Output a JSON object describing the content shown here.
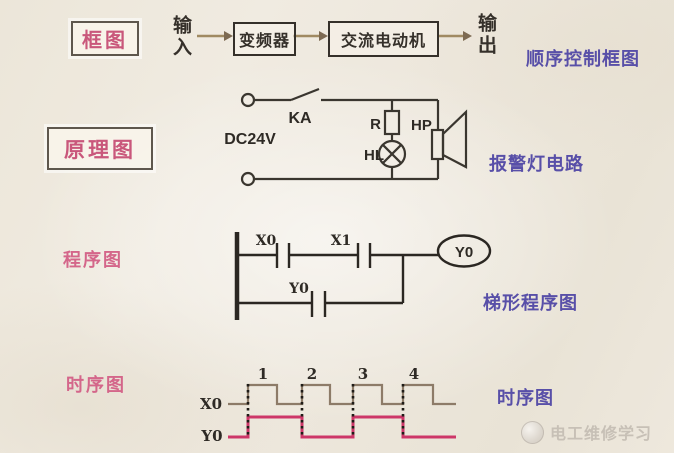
{
  "colors": {
    "paper": "#ede7dc",
    "label_pink": "#c9577b",
    "caption_blue": "#584fa8",
    "arrow_tan": "#a08a62",
    "line_dark": "#35302a",
    "x0_wave_brown": "#8d7b68",
    "y0_wave_crimson": "#cd3668",
    "watermark_gray": "#c7c0b6"
  },
  "block_diagram": {
    "label": "框图",
    "input_label": "输入",
    "box1_label": "变频器",
    "box2_label": "交流电动机",
    "output_label": "输出",
    "caption": "顺序控制框图"
  },
  "schematic": {
    "label": "原理图",
    "source_label": "DC24V",
    "switch_label": "KA",
    "resistor_label": "R",
    "lamp_label": "HL",
    "horn_label": "HP",
    "caption": "报警灯电路"
  },
  "ladder": {
    "label": "程序图",
    "contact1_label": "X0",
    "contact2_label": "X1",
    "parallel_contact_label": "Y0",
    "coil_label": "Y0",
    "caption": "梯形程序图"
  },
  "timing": {
    "label": "时序图",
    "signal1_label": "X0",
    "signal2_label": "Y0",
    "pulse_numbers": [
      "1",
      "2",
      "3",
      "4"
    ],
    "caption": "时序图"
  },
  "watermark": {
    "text": "电工维修学习"
  }
}
